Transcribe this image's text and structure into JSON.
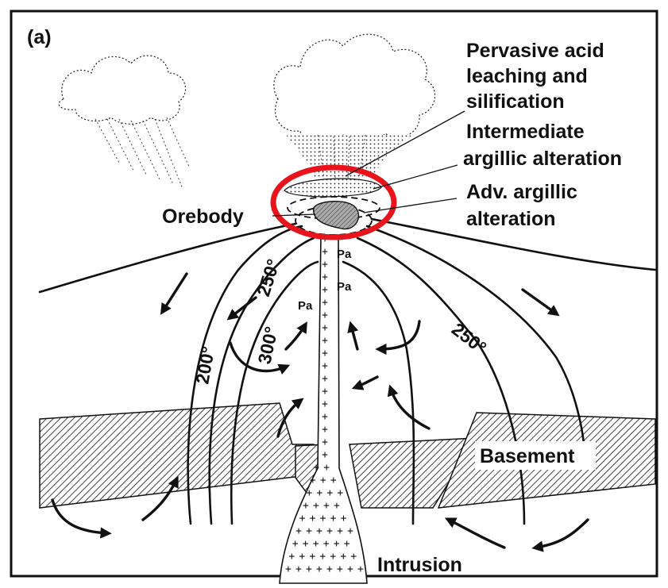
{
  "panel_label": "(a)",
  "labels": {
    "pervasive_line1": "Pervasive acid",
    "pervasive_line2": "leaching and",
    "pervasive_line3": "silification",
    "intermediate_line1": "Intermediate",
    "intermediate_line2": "argillic alteration",
    "advanced_line1": "Adv. argillic",
    "advanced_line2": "alteration",
    "orebody": "Orebody",
    "basement": "Basement",
    "intrusion": "Intrusion",
    "mineral_pa": "Pa"
  },
  "isotherms": {
    "t200": "200°",
    "t250_left": "250°",
    "t300": "300°",
    "t250_right": "250°"
  },
  "highlight": {
    "shape": "ellipse",
    "color": "#e8141c"
  }
}
